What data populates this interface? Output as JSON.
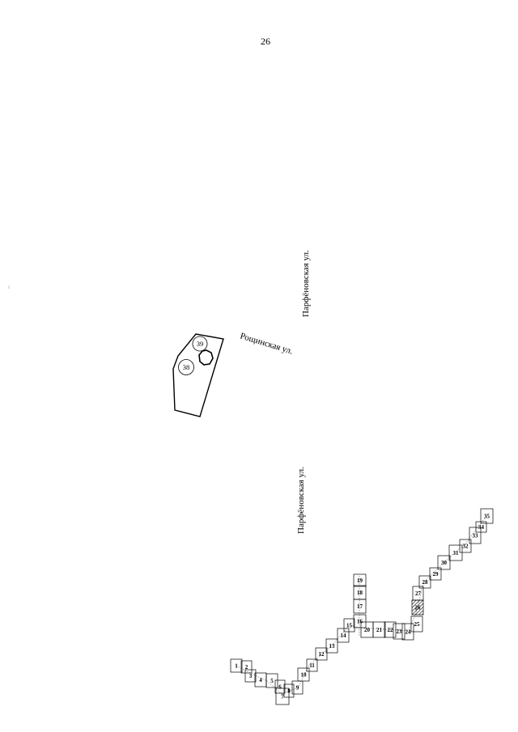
{
  "page_number": "26",
  "streets": {
    "parfenovskaya_upper": "Парфёновская ул.",
    "parfenovskaya_lower": "Парфёновская ул.",
    "roshchinskaya": "Рощинская ул."
  },
  "site": {
    "labels": [
      "38",
      "39"
    ]
  },
  "plots": [
    "1",
    "2",
    "3",
    "4",
    "5",
    "6",
    "7",
    "8",
    "9",
    "10",
    "11",
    "12",
    "13",
    "14",
    "15",
    "16",
    "17",
    "18",
    "19",
    "20",
    "21",
    "22",
    "23",
    "24",
    "25",
    "26",
    "27",
    "28",
    "29",
    "30",
    "31",
    "32",
    "33",
    "34",
    "35"
  ],
  "colors": {
    "line": "#000000",
    "background": "#ffffff"
  }
}
